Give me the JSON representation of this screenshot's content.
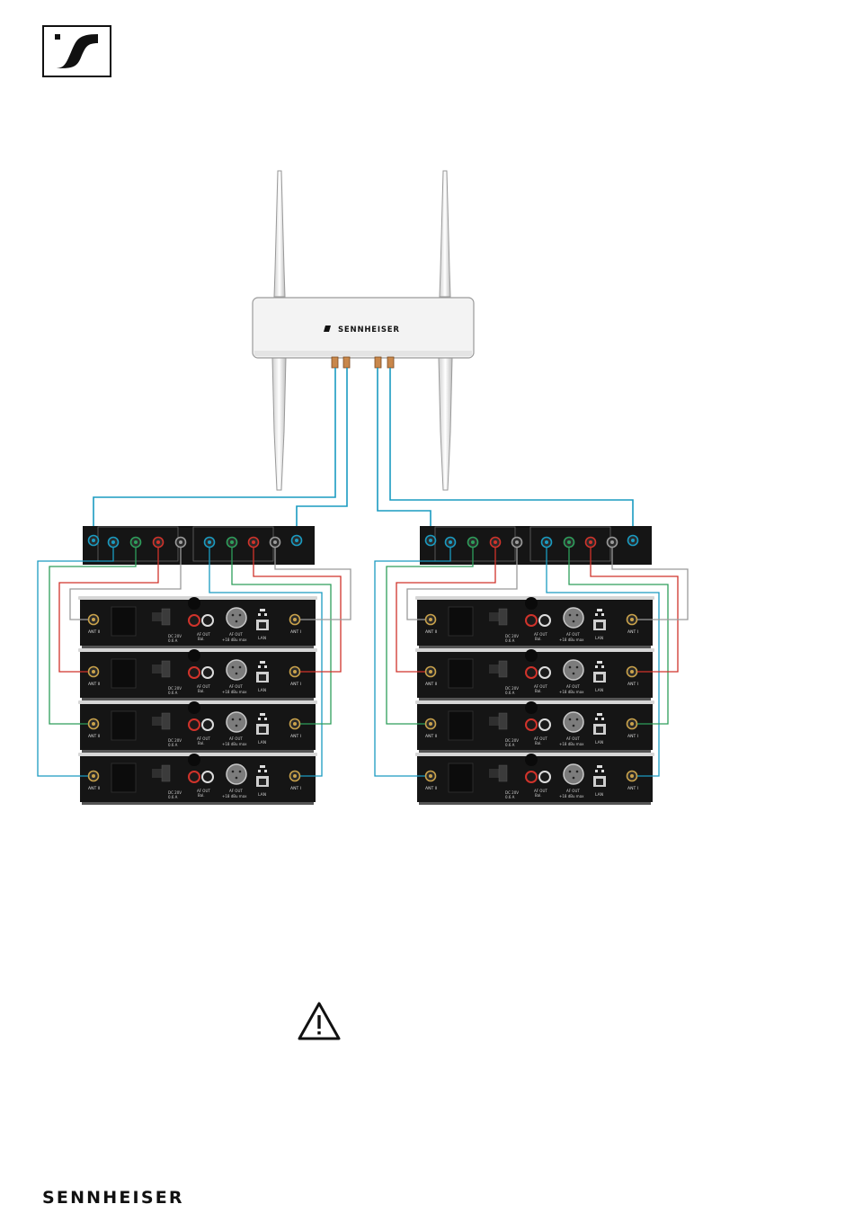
{
  "brand": {
    "footer_text": "SENNHEISER",
    "antenna_label": "SENNHEISER",
    "logo_icon": "sennheiser-logo-icon"
  },
  "colors": {
    "blue": "#1a9bc1",
    "green": "#2e9e5b",
    "red": "#d0332b",
    "gray": "#9a9a9a",
    "device_dark": "#151515",
    "antenna_unit": "#f1f1f1"
  },
  "receiver_labels": {
    "ant2": "ANT II",
    "ant1": "ANT I",
    "dc": "DC 20V",
    "dc_sub": "0.6 A",
    "af_out": "AF OUT",
    "af_out_sub": "Bal.",
    "xlr": "AF OUT",
    "xlr_sub": "+18 dBu max",
    "lan": "LAN"
  },
  "warning": {
    "icon": "warning-triangle-icon"
  }
}
